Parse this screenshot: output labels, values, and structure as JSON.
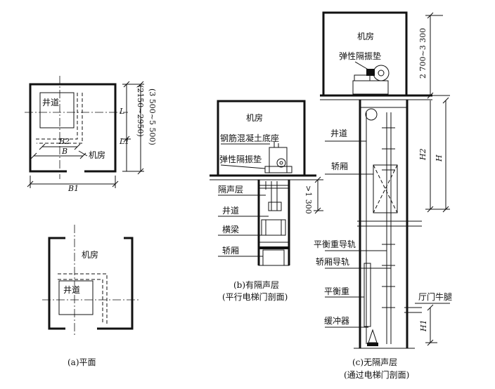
{
  "panel_a": {
    "top": {
      "shaft": "井道",
      "machine_room": "机房",
      "dim_B": "B",
      "dim_B1": "B1",
      "dim_B2": "B2",
      "dim_L": "L",
      "dim_L1": "L1",
      "range_L": "(2150~2950)",
      "range_L1": "(3 500~5 500)"
    },
    "bottom": {
      "machine_room": "机房",
      "shaft": "井道"
    },
    "caption": "(a)平面"
  },
  "panel_b": {
    "machine_room": "机房",
    "concrete_base": "钢筋混凝土底座",
    "isolation_pad": "弹性隔振垫",
    "sound_layer": "隔声层",
    "shaft": "井道",
    "crossbeam": "横梁",
    "car": "轿厢",
    "dim_1300": ">1 300",
    "caption_line1": "(b)有隔声层",
    "caption_line2": "(平行电梯门剖面)"
  },
  "panel_c": {
    "machine_room": "机房",
    "isolation_pad": "弹性隔振垫",
    "shaft": "井道",
    "car": "轿厢",
    "cw_guide_rail": "平衡重导轨",
    "car_guide_rail": "轿厢导轨",
    "counterweight": "平衡重",
    "buffer": "缓冲器",
    "hall_sill": "厅门牛腿",
    "dim_room_height": "2 700~3 300",
    "dim_H": "H",
    "dim_H1": "H1",
    "dim_H2": "H2",
    "caption_line1": "(c)无隔声层",
    "caption_line2": "(通过电梯门剖面)"
  }
}
